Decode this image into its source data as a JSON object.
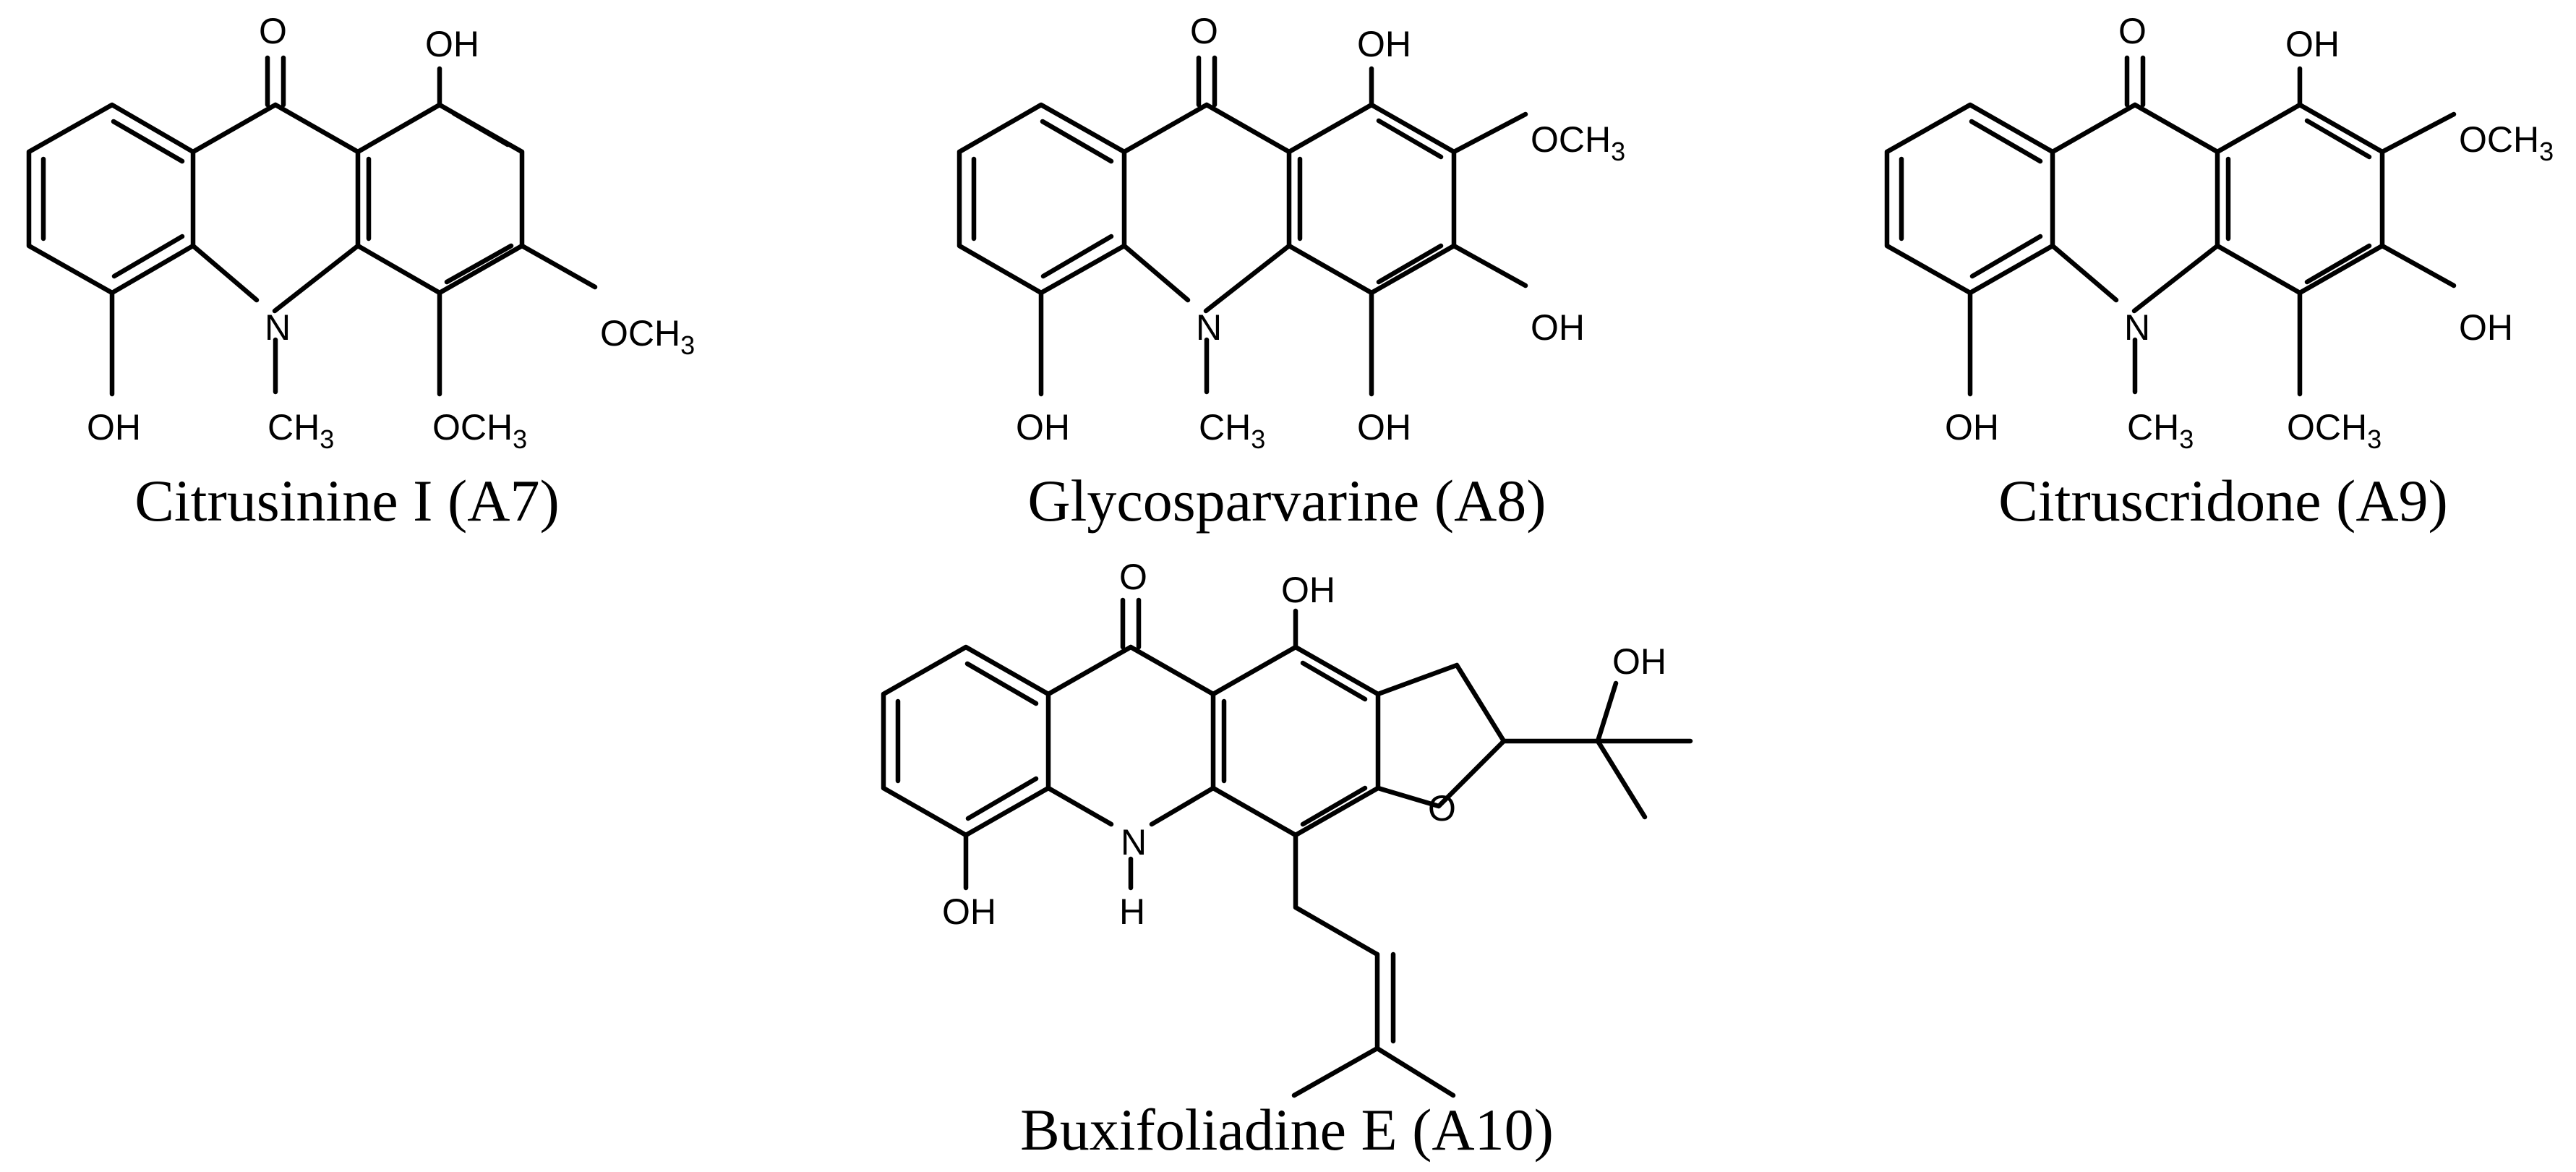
{
  "molecules": [
    {
      "caption": "Citrusinine I (A7)",
      "labels": {
        "o_keto": "O",
        "oh_top": "OH",
        "och3_right": "OCH3",
        "och3_bottom": "OCH3",
        "ch3_n": "CH3",
        "n": "N",
        "oh_left": "OH"
      }
    },
    {
      "caption": "Glycosparvarine (A8)",
      "labels": {
        "o_keto": "O",
        "oh_top": "OH",
        "och3_right": "OCH3",
        "oh_right": "OH",
        "oh_bottom": "OH",
        "ch3_n": "CH3",
        "n": "N",
        "oh_left": "OH"
      }
    },
    {
      "caption": "Citruscridone (A9)",
      "labels": {
        "o_keto": "O",
        "oh_top": "OH",
        "och3_right": "OCH3",
        "oh_right": "OH",
        "och3_bottom": "OCH3",
        "ch3_n": "CH3",
        "n": "N",
        "oh_left": "OH"
      }
    },
    {
      "caption": "Buxifoliadine E (A10)",
      "labels": {
        "o_keto": "O",
        "oh_top": "OH",
        "oh_side": "OH",
        "o_ring": "O",
        "n": "N",
        "h_n": "H",
        "oh_left": "OH"
      }
    }
  ],
  "ink_color": "#000000",
  "background_color": "#ffffff"
}
